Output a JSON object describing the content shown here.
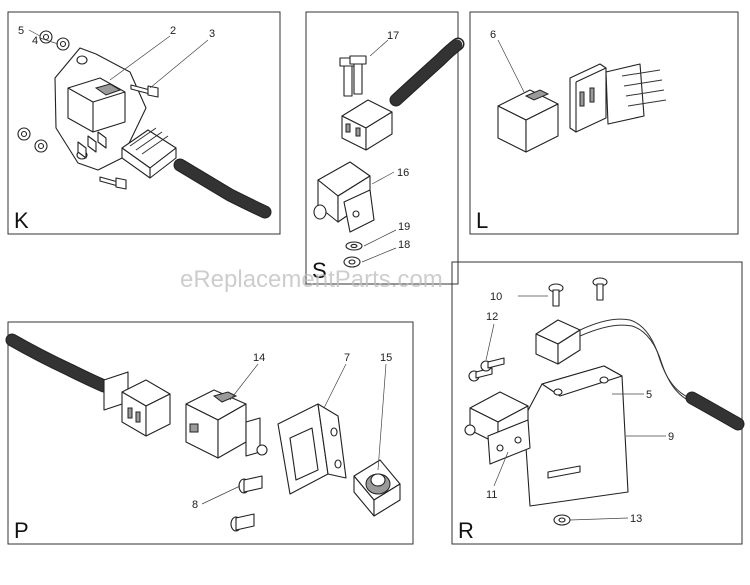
{
  "watermark": "eReplacementParts.com",
  "panels": {
    "K": {
      "letter": "K",
      "callouts": [
        "5",
        "4",
        "2",
        "3"
      ]
    },
    "S": {
      "letter": "S",
      "callouts": [
        "17",
        "16",
        "19",
        "18"
      ]
    },
    "L": {
      "letter": "L",
      "callouts": [
        "6"
      ]
    },
    "P": {
      "letter": "P",
      "callouts": [
        "14",
        "7",
        "15",
        "8"
      ]
    },
    "R": {
      "letter": "R",
      "callouts": [
        "10",
        "12",
        "5",
        "9",
        "11",
        "13"
      ]
    }
  }
}
